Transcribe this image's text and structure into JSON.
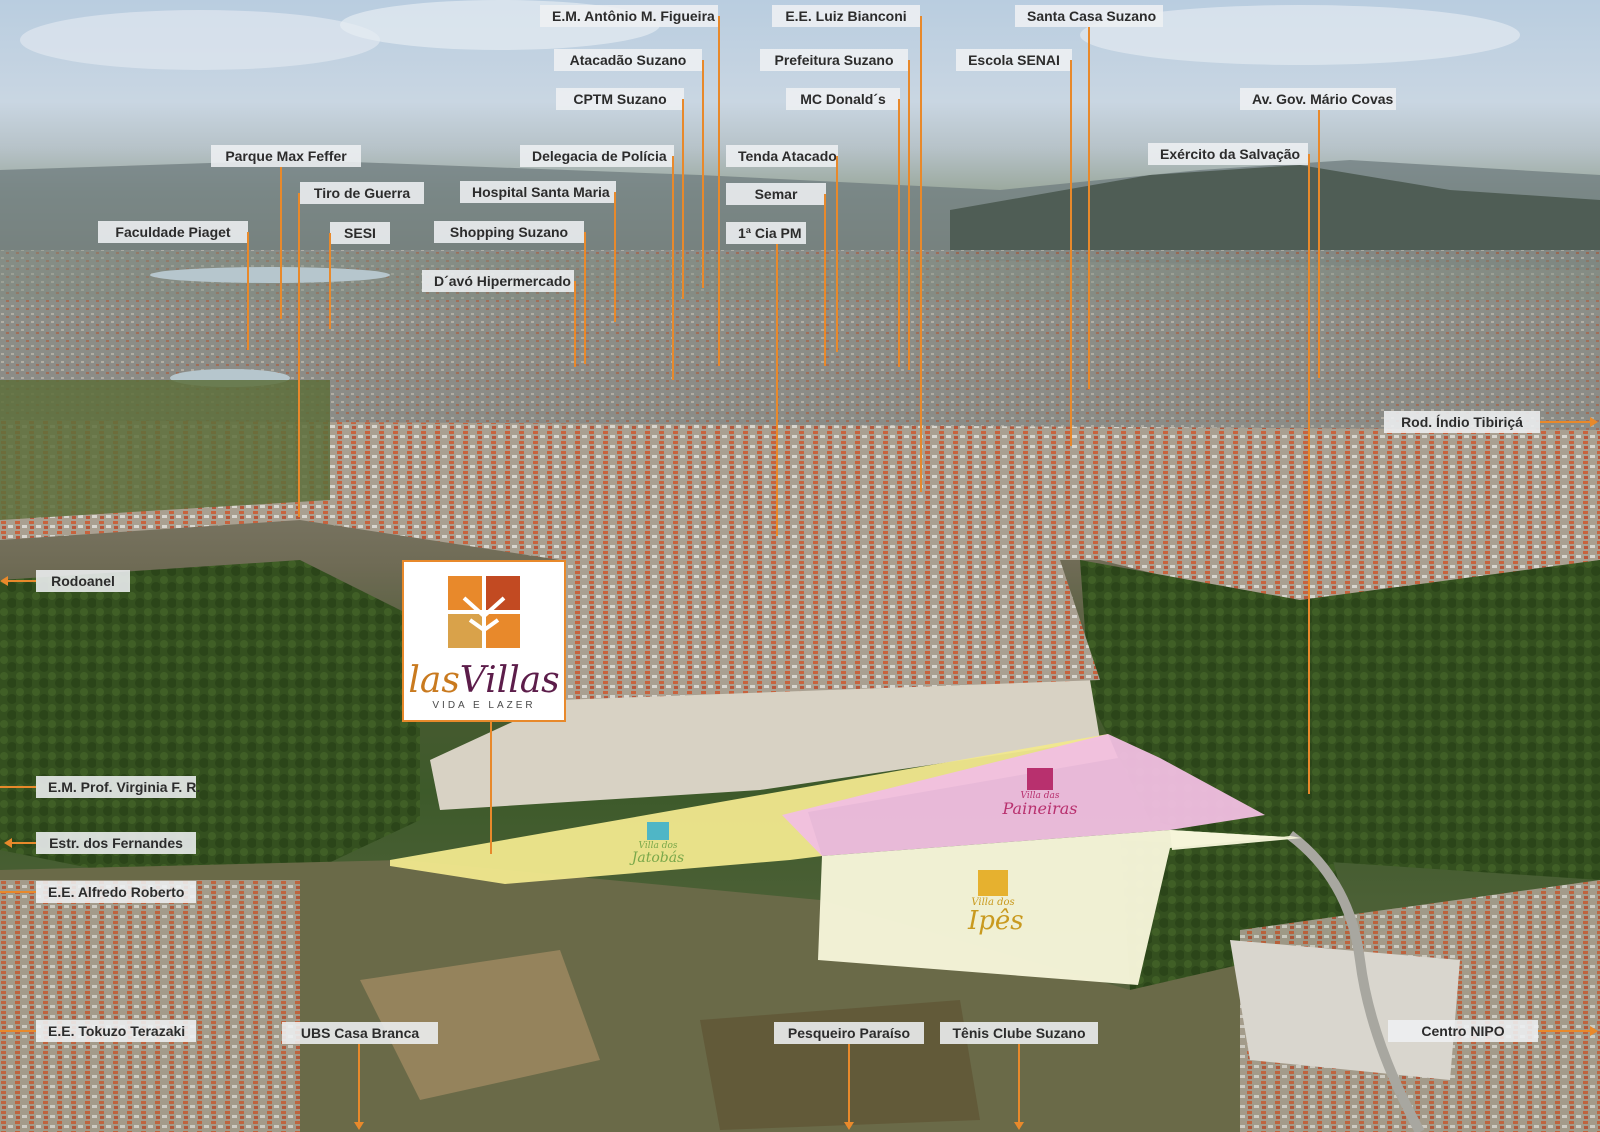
{
  "project": {
    "name": "las Villas",
    "tagline": "VIDA E LAZER",
    "villas": [
      {
        "name_small": "Villa dos",
        "name_big": "Jatobás"
      },
      {
        "name_small": "Villa das",
        "name_big": "Paineiras"
      },
      {
        "name_small": "Villa dos",
        "name_big": "Ipês"
      }
    ]
  },
  "landmarks": {
    "em_antonio": "E.M. Antônio M. Figueira",
    "ee_luiz": "E.E. Luiz Bianconi",
    "santa_casa": "Santa Casa Suzano",
    "atacadao": "Atacadão Suzano",
    "prefeitura": "Prefeitura Suzano",
    "senai": "Escola SENAI",
    "cptm": "CPTM Suzano",
    "mcdonalds": "MC Donald´s",
    "av_mario_covas": "Av. Gov. Mário Covas",
    "parque_max": "Parque Max Feffer",
    "delegacia": "Delegacia de Polícia",
    "tenda": "Tenda Atacado",
    "exercito": "Exército da Salvação",
    "tiro_guerra": "Tiro de Guerra",
    "hospital": "Hospital Santa Maria",
    "semar": "Semar",
    "faculdade": "Faculdade  Piaget",
    "sesi": "SESI",
    "shopping": "Shopping Suzano",
    "cia_pm": "1ª Cia PM",
    "davo": "D´avó Hipermercado",
    "rod_indio": "Rod. Índio Tibiriçá",
    "rodoanel": "Rodoanel",
    "em_virginia": "E.M. Prof. Virginia F. R.",
    "estr_fernandes": "Estr. dos Fernandes",
    "ee_alfredo": "E.E. Alfredo Roberto",
    "ee_tokuzo": "E.E. Tokuzo Terazaki",
    "ubs": "UBS Casa Branca",
    "pesqueiro": "Pesqueiro Paraíso",
    "tenis": "Tênis Clube Suzano",
    "centro_nipo": "Centro  NIPO"
  },
  "colors": {
    "accent": "#e8892b",
    "lot_jatobas": "#f1e88e",
    "lot_paineiras": "#f1bfe1",
    "lot_ipes": "#f6f5d9"
  }
}
